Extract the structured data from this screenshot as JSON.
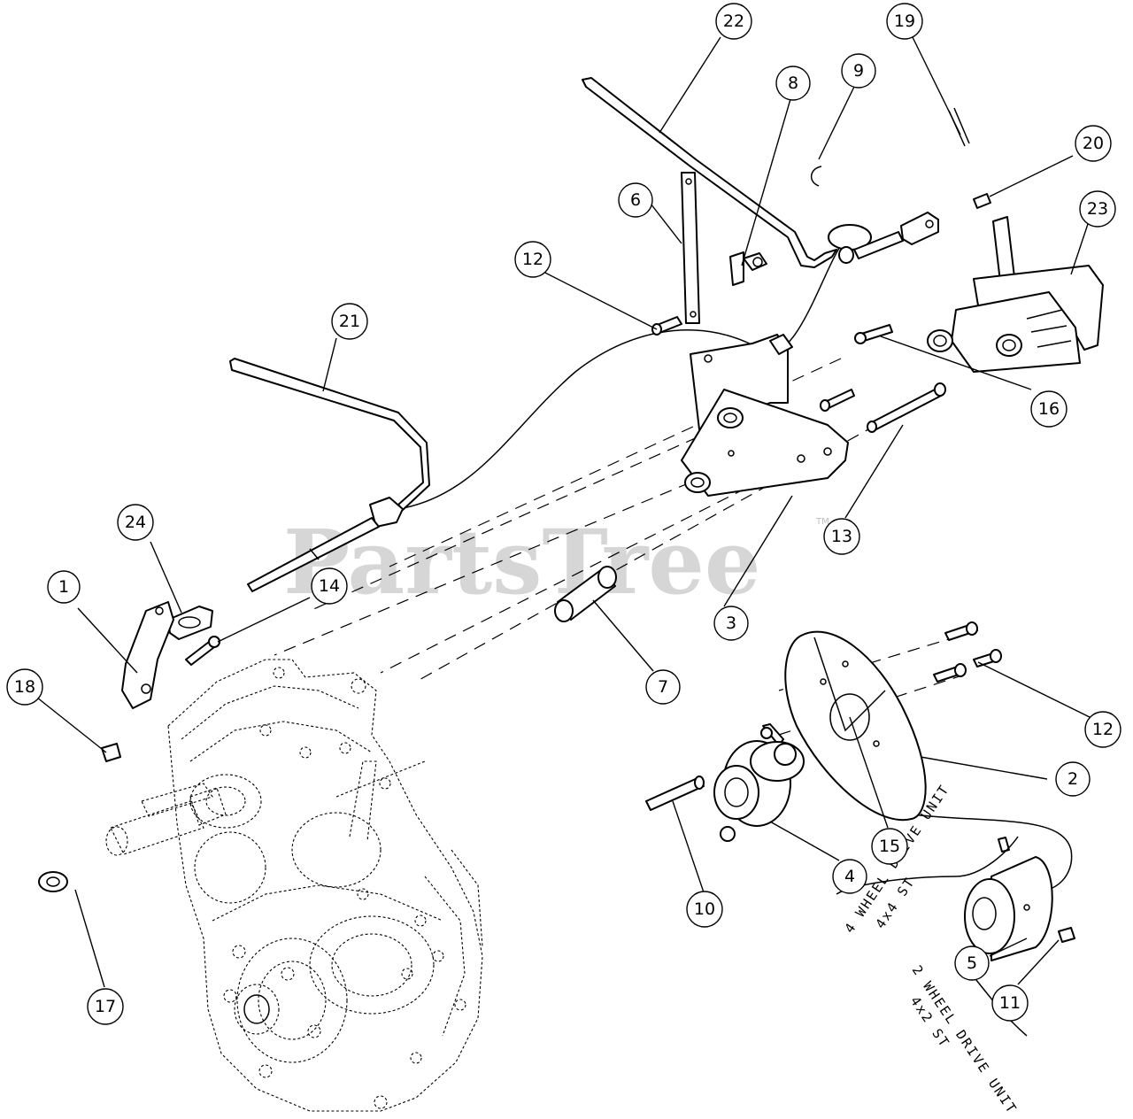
{
  "watermark": {
    "text": "PartsTree",
    "trademark": "TM"
  },
  "notes": {
    "four_wd_line1": "4 WHEEL DRIVE UNIT",
    "four_wd_line2": "4x4 ST",
    "two_wd_line1": "2 WHEEL DRIVE UNIT",
    "two_wd_line2": "4x2 ST"
  },
  "callouts": [
    "1",
    "2",
    "3",
    "4",
    "5",
    "6",
    "7",
    "8",
    "9",
    "10",
    "11",
    "12",
    "12",
    "13",
    "14",
    "15",
    "16",
    "17",
    "18",
    "19",
    "20",
    "21",
    "22",
    "23",
    "24"
  ]
}
